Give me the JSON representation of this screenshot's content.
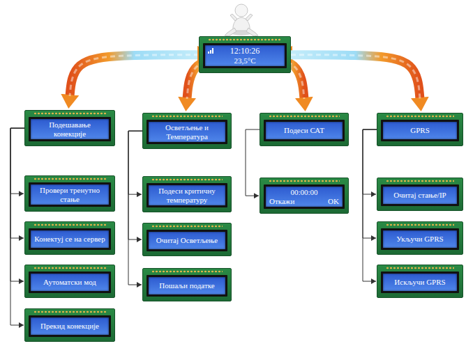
{
  "diagram": {
    "nodes": [
      {
        "text": [
          "12:10:26",
          "23,5°C"
        ]
      },
      {
        "text": [
          "Подешавање конекције"
        ]
      },
      {
        "text": [
          "Провери тренутно стање"
        ]
      },
      {
        "text": [
          "Конектуј се на сервер"
        ]
      },
      {
        "text": [
          "Аутоматски мод"
        ]
      },
      {
        "text": [
          "Прекид конекције"
        ]
      },
      {
        "text": [
          "Осветљење и Температура"
        ]
      },
      {
        "text": [
          "Подеси критичну температуру"
        ]
      },
      {
        "text": [
          "Очитај Осветљење"
        ]
      },
      {
        "text": [
          "Пошаљи податке"
        ]
      },
      {
        "text": [
          "Подеси САТ"
        ]
      },
      {
        "text": [
          "00:00:00",
          "Откажи",
          "OK"
        ]
      },
      {
        "text": [
          "GPRS"
        ]
      },
      {
        "text": [
          "Очитај стање/IP"
        ]
      },
      {
        "text": [
          "Укључи GPRS"
        ]
      },
      {
        "text": [
          "Искључи GPRS"
        ]
      }
    ],
    "edges": [
      {
        "from": 0,
        "to": 1,
        "arrow": "to"
      },
      {
        "from": 0,
        "to": 6,
        "arrow": "both"
      },
      {
        "from": 0,
        "to": 10,
        "arrow": "both"
      },
      {
        "from": 0,
        "to": 12,
        "arrow": "to"
      },
      {
        "from": 1,
        "to": 2,
        "arrow": "to"
      },
      {
        "from": 1,
        "to": 3,
        "arrow": "to"
      },
      {
        "from": 1,
        "to": 4,
        "arrow": "to"
      },
      {
        "from": 1,
        "to": 5,
        "arrow": "to"
      },
      {
        "from": 6,
        "to": 7,
        "arrow": "to"
      },
      {
        "from": 6,
        "to": 8,
        "arrow": "to"
      },
      {
        "from": 6,
        "to": 9,
        "arrow": "to"
      },
      {
        "from": 10,
        "to": 11,
        "arrow": "to"
      },
      {
        "from": 12,
        "to": 13,
        "arrow": "to"
      },
      {
        "from": 12,
        "to": 14,
        "arrow": "to"
      },
      {
        "from": 12,
        "to": 15,
        "arrow": "to"
      }
    ]
  }
}
